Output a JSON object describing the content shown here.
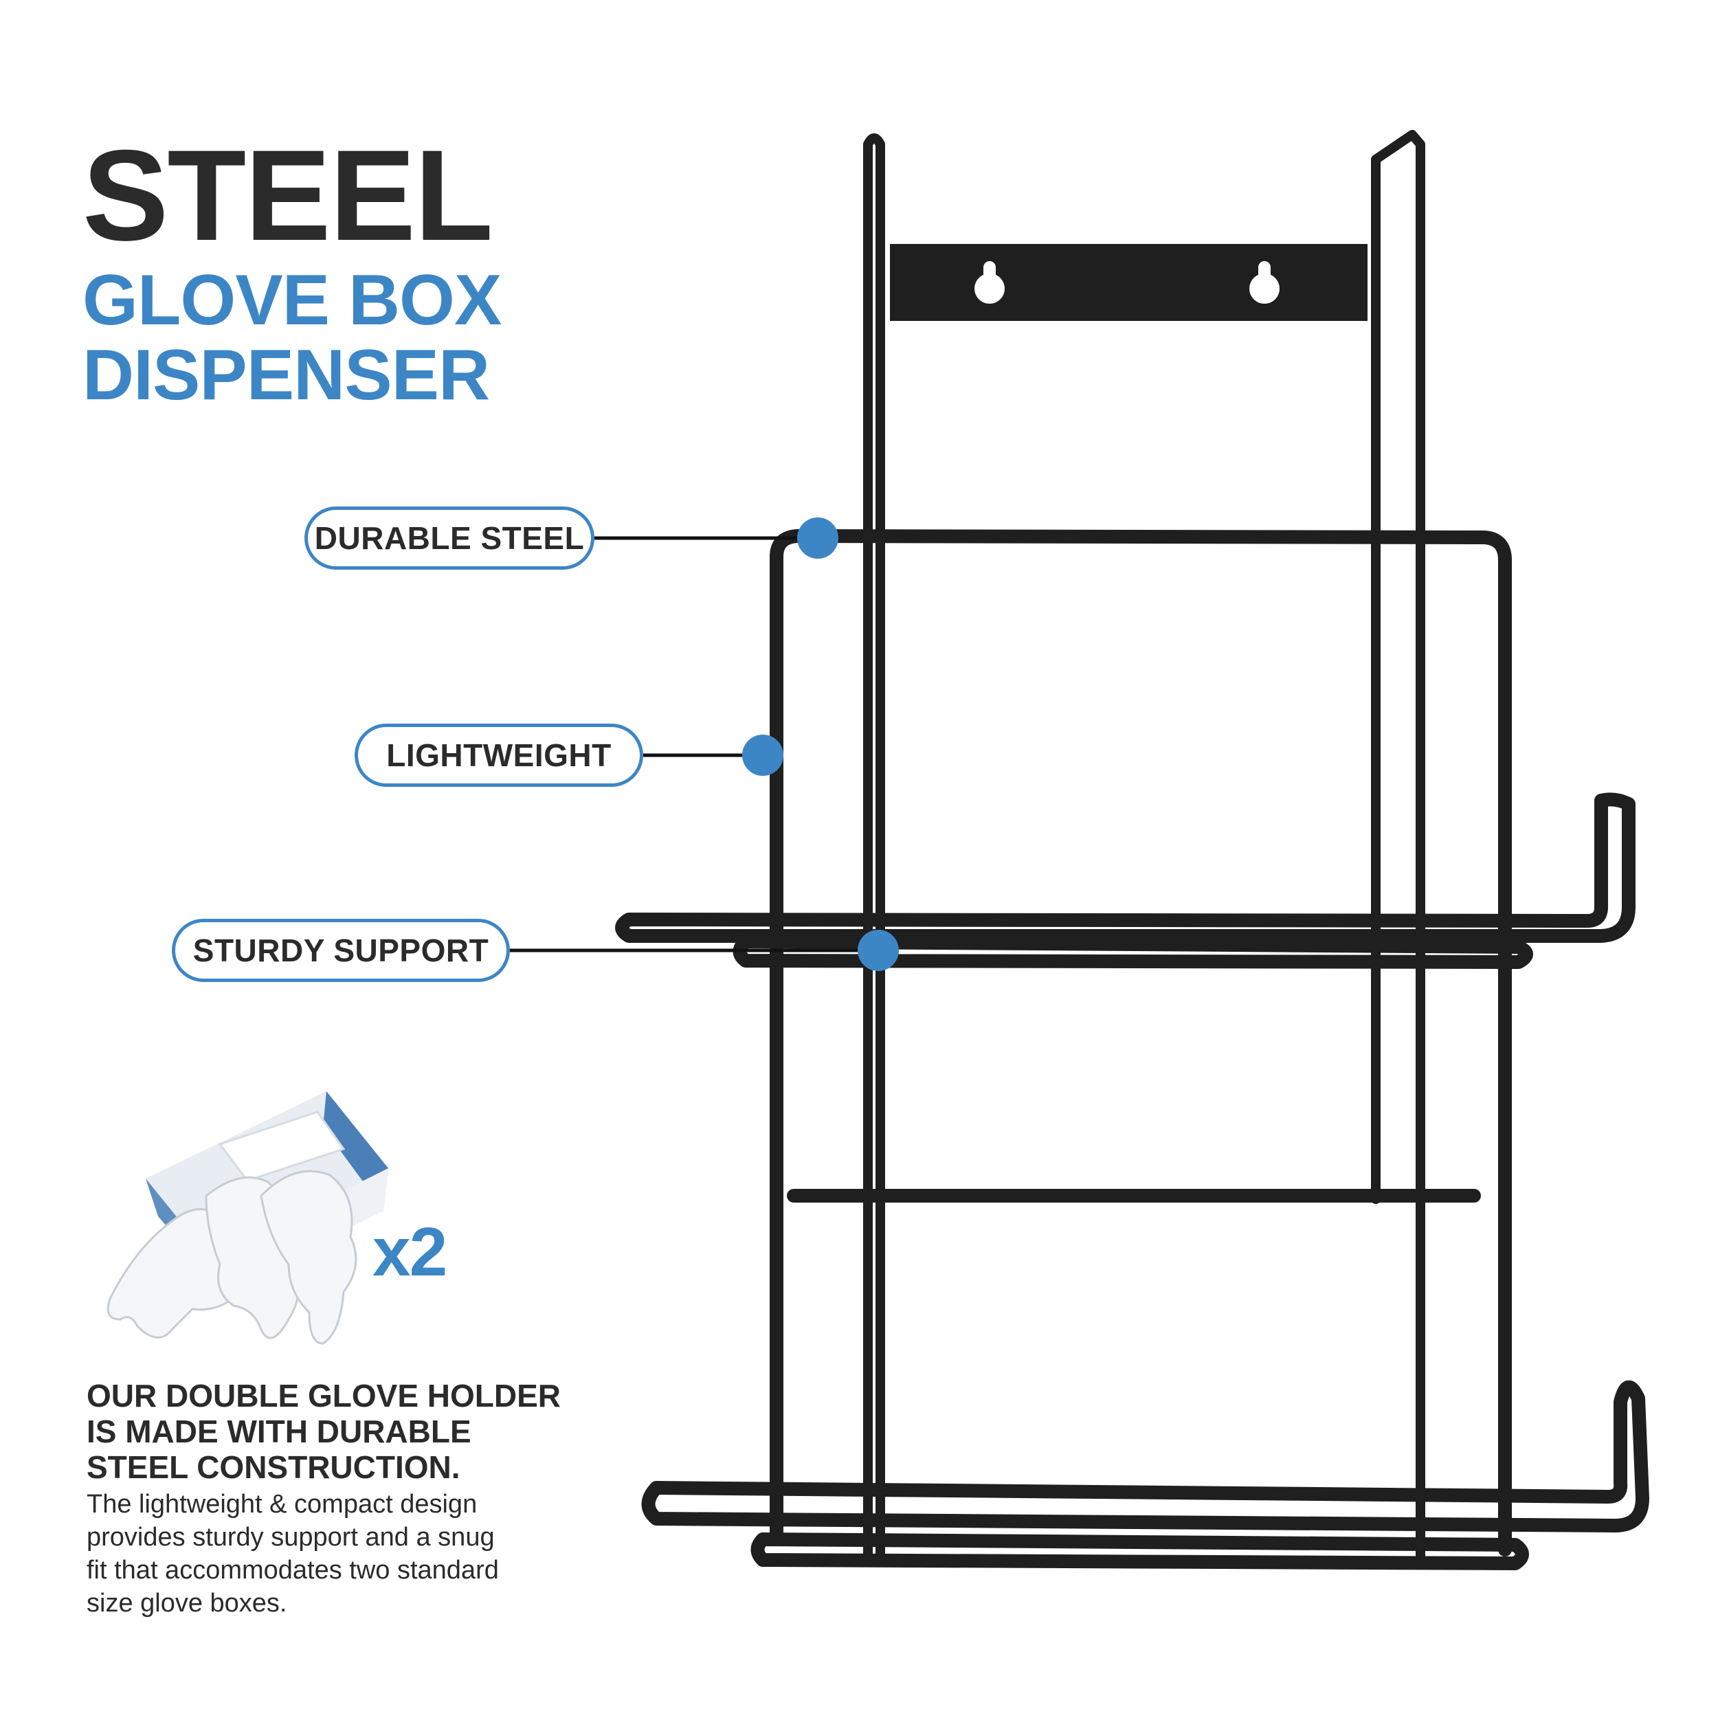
{
  "headline": {
    "title": "STEEL",
    "subtitle_line1": "GLOVE BOX",
    "subtitle_line2": "DISPENSER"
  },
  "callouts": [
    {
      "label": "DURABLE STEEL"
    },
    {
      "label": "LIGHTWEIGHT"
    },
    {
      "label": "STURDY SUPPORT"
    }
  ],
  "glove_box": {
    "quantity": "x2"
  },
  "description": {
    "heading_lines": [
      "OUR DOUBLE GLOVE HOLDER",
      "IS MADE WITH DURABLE",
      "STEEL CONSTRUCTION."
    ],
    "body_lines": [
      "The lightweight & compact design",
      "provides sturdy support and a snug",
      "fit that accommodates two standard",
      "size glove boxes."
    ]
  },
  "colors": {
    "accent": "#3d86c6",
    "text": "#2b2b2b",
    "wire": "#1f1f1f",
    "background": "#ffffff"
  }
}
